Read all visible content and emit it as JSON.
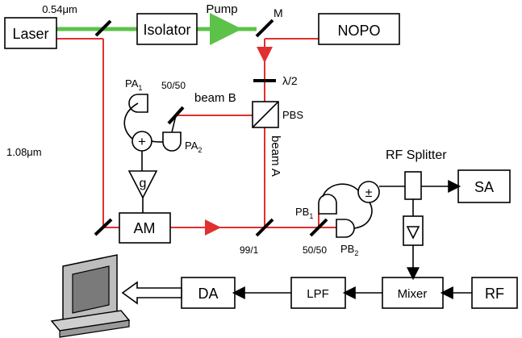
{
  "boxes": {
    "laser": "Laser",
    "isolator": "Isolator",
    "nopo": "NOPO",
    "am": "AM",
    "sa": "SA",
    "rf": "RF",
    "mixer": "Mixer",
    "lpf": "LPF",
    "da": "DA"
  },
  "labels": {
    "wavelength_green": "0.54μm",
    "wavelength_ir": "1.08μm",
    "pump": "Pump",
    "mirror_m": "M",
    "half_wave": "λ/2",
    "pbs": "PBS",
    "beam_b": "beam B",
    "beam_a": "beam A",
    "pa1": "PA",
    "pa1_sub": "1",
    "pa2": "PA",
    "pa2_sub": "2",
    "bs_top": "50/50",
    "gain": "g",
    "plus": "+",
    "bs_99": "99/1",
    "bs_5050": "50/50",
    "pb1": "PB",
    "pb1_sub": "1",
    "pb2": "PB",
    "pb2_sub": "2",
    "pm": "±",
    "rf_splitter": "RF Splitter"
  },
  "colors": {
    "green_beam": "#5cc24a",
    "red_beam": "#e03030",
    "line": "#000000"
  },
  "icons": [
    "computer-icon",
    "photodetector-icon",
    "amplifier-icon",
    "mirror-icon",
    "arrow-icon"
  ]
}
